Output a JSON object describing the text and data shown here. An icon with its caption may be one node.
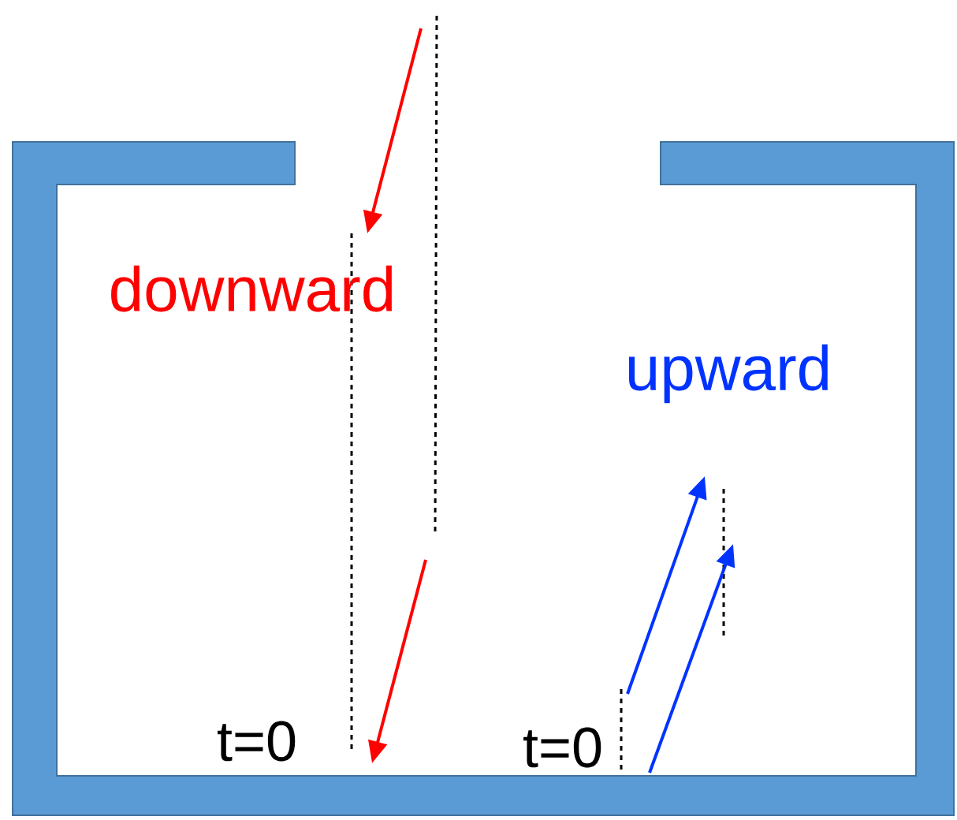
{
  "diagram": {
    "labels": [
      "downward",
      "upward",
      "t=0",
      "t=0"
    ]
  }
}
